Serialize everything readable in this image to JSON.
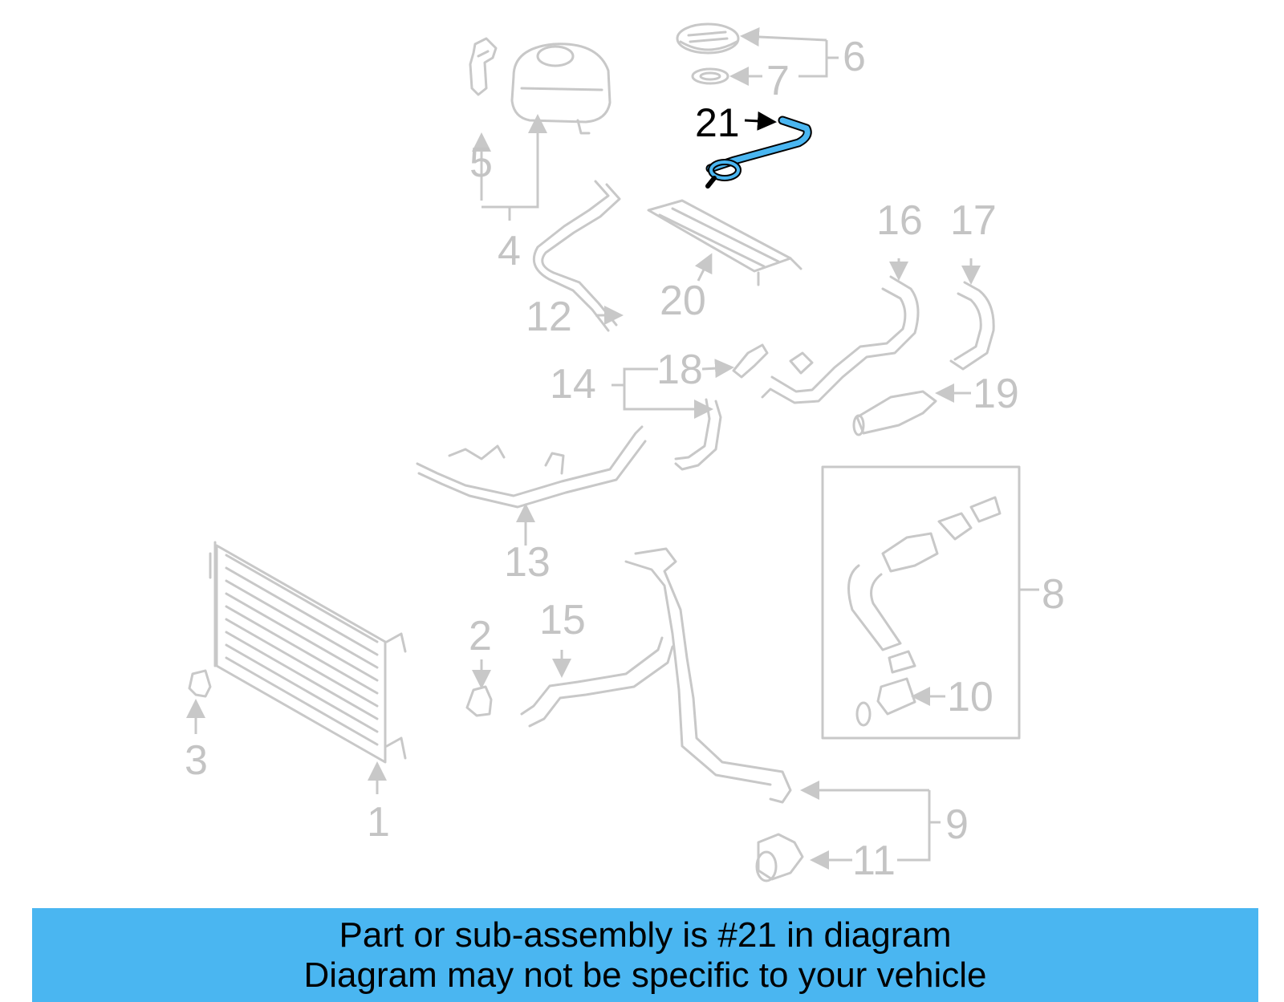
{
  "callouts": {
    "c1": "1",
    "c2": "2",
    "c3": "3",
    "c4": "4",
    "c5": "5",
    "c6": "6",
    "c7": "7",
    "c8": "8",
    "c9": "9",
    "c10": "10",
    "c11": "11",
    "c12": "12",
    "c13": "13",
    "c14": "14",
    "c15": "15",
    "c16": "16",
    "c17": "17",
    "c18": "18",
    "c19": "19",
    "c20": "20",
    "c21": "21"
  },
  "highlight": {
    "part": "21",
    "color": "#4ab6f1"
  },
  "caption": {
    "line1": "Part or sub-assembly is #21 in diagram",
    "line2": "Diagram may not be specific to your vehicle"
  },
  "colors": {
    "parts": "#c8c8c8",
    "banner": "#4ab6f1",
    "highlight_text": "#000000"
  }
}
